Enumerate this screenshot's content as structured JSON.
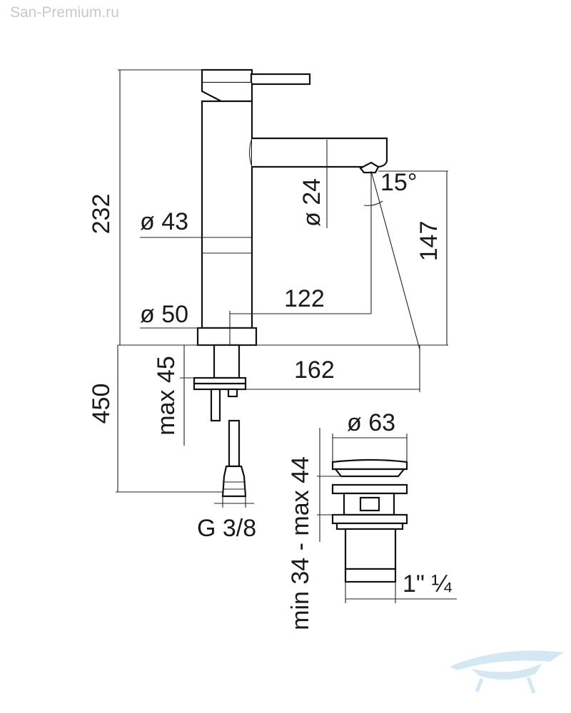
{
  "watermark": "San-Premium.ru",
  "dimensions": {
    "height_total": "232",
    "dia_body": "ø 43",
    "dia_spout": "ø 24",
    "spout_angle": "15°",
    "spout_height": "147",
    "reach": "122",
    "dia_base": "ø 50",
    "max_deck": "max 45",
    "reach_projection": "162",
    "hose_length": "450",
    "hose_connection": "G 3/8",
    "dia_drain": "ø 63",
    "drain_range": "min 34 - max 44",
    "drain_thread": "1\" ¼"
  },
  "colors": {
    "line": "#111111",
    "watermark": "#c9c9c9",
    "logo": "#cfe6f2"
  }
}
